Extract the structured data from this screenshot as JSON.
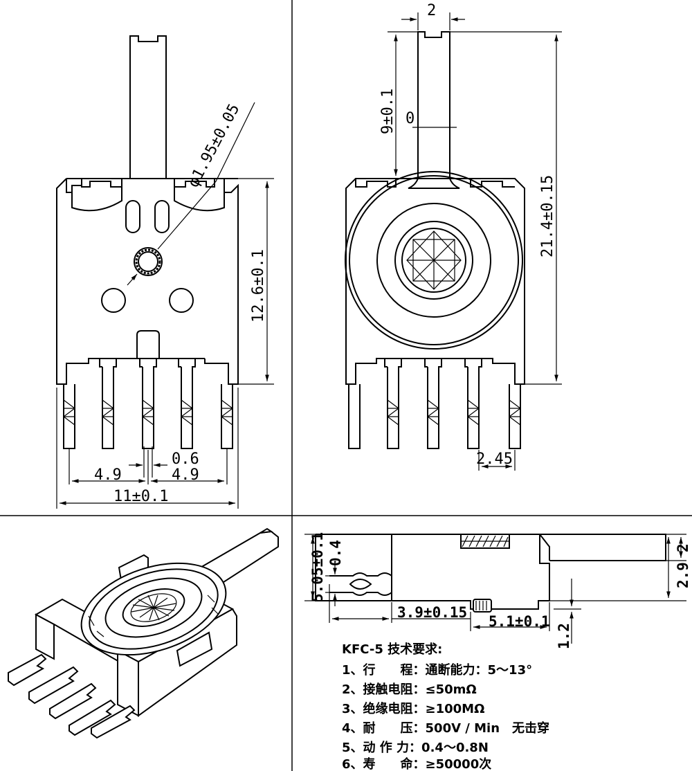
{
  "dimensions": {
    "front_shaft_dia": "φ1.95±0.05",
    "front_height": "12.6±0.1",
    "pin_width": "0.6",
    "pitch_left": "4.9",
    "pitch_right": "4.9",
    "overall_width": "11±0.1",
    "shaft_width": "2",
    "shaft_length": "9±0.1",
    "angle_zero": "0",
    "total_height": "21.4±0.15",
    "pin_pitch_back": "2.45",
    "side_height": "5.05±0.1",
    "side_thin": "0.4",
    "side_pin_offset": "3.9±0.15",
    "side_body": "5.1±0.1",
    "side_step": "1.2",
    "side_lever_thk": "2",
    "side_lever_h": "2.9"
  },
  "spec": {
    "title": "KFC-5 技术要求:",
    "items": [
      "1、行　　程：通断能力：5～13°",
      "2、接触电阻：≤50mΩ",
      "3、绝缘电阻：≥100MΩ",
      "4、耐　　压：500V / Min　无击穿",
      "5、动 作 力：0.4～0.8N",
      "6、寿　　命：≥50000次"
    ]
  }
}
